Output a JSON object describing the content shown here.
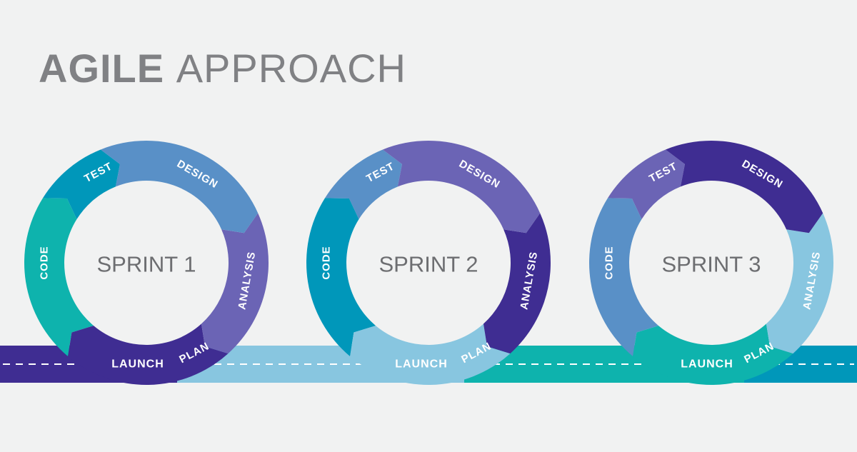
{
  "title": {
    "bold": "AGILE",
    "light": "APPROACH"
  },
  "colors": {
    "background": "#f1f2f2",
    "title": "#808184",
    "navy": "#3f2d92",
    "violet": "#6b64b5",
    "blue": "#5990c7",
    "sky": "#88c6e0",
    "teal": "#0eb3ad",
    "ocean": "#0097ba"
  },
  "sprints": [
    {
      "label": "SPRINT 1",
      "launch": "LAUNCH",
      "phases": [
        {
          "name": "DESIGN",
          "color": "#5990c7"
        },
        {
          "name": "ANALYSIS",
          "color": "#6b64b5"
        },
        {
          "name": "PLAN",
          "color": "#3f2d92"
        },
        {
          "name": "CODE",
          "color": "#0eb3ad"
        },
        {
          "name": "TEST",
          "color": "#0097ba"
        }
      ]
    },
    {
      "label": "SPRINT 2",
      "launch": "LAUNCH",
      "phases": [
        {
          "name": "DESIGN",
          "color": "#6b64b5"
        },
        {
          "name": "ANALYSIS",
          "color": "#3f2d92"
        },
        {
          "name": "PLAN",
          "color": "#88c6e0"
        },
        {
          "name": "CODE",
          "color": "#0097ba"
        },
        {
          "name": "TEST",
          "color": "#5990c7"
        }
      ]
    },
    {
      "label": "SPRINT 3",
      "launch": "LAUNCH",
      "phases": [
        {
          "name": "DESIGN",
          "color": "#3f2d92"
        },
        {
          "name": "ANALYSIS",
          "color": "#88c6e0"
        },
        {
          "name": "PLAN",
          "color": "#0eb3ad"
        },
        {
          "name": "CODE",
          "color": "#5990c7"
        },
        {
          "name": "TEST",
          "color": "#6b64b5"
        }
      ]
    }
  ]
}
